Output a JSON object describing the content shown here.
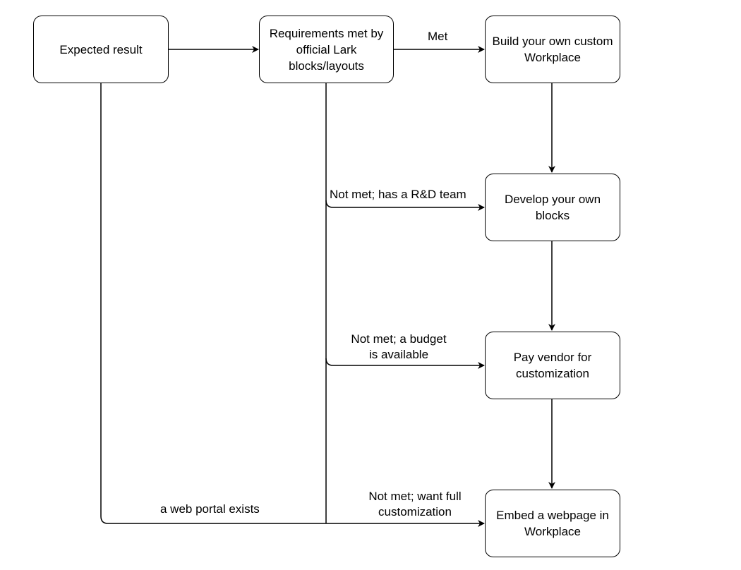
{
  "nodes": {
    "expected_result": "Expected result",
    "requirements": "Requirements met by official Lark blocks/layouts",
    "build_workplace": "Build your own custom Workplace",
    "develop_blocks": "Develop your own blocks",
    "pay_vendor": "Pay vendor for customization",
    "embed_webpage": "Embed a webpage in Workplace"
  },
  "edge_labels": {
    "met": "Met",
    "not_met_rd": "Not met; has a R&D team",
    "not_met_budget_1": "Not met; a budget",
    "not_met_budget_2": "is available",
    "not_met_full_1": "Not met; want full",
    "not_met_full_2": "customization",
    "web_portal": "a web portal exists"
  }
}
